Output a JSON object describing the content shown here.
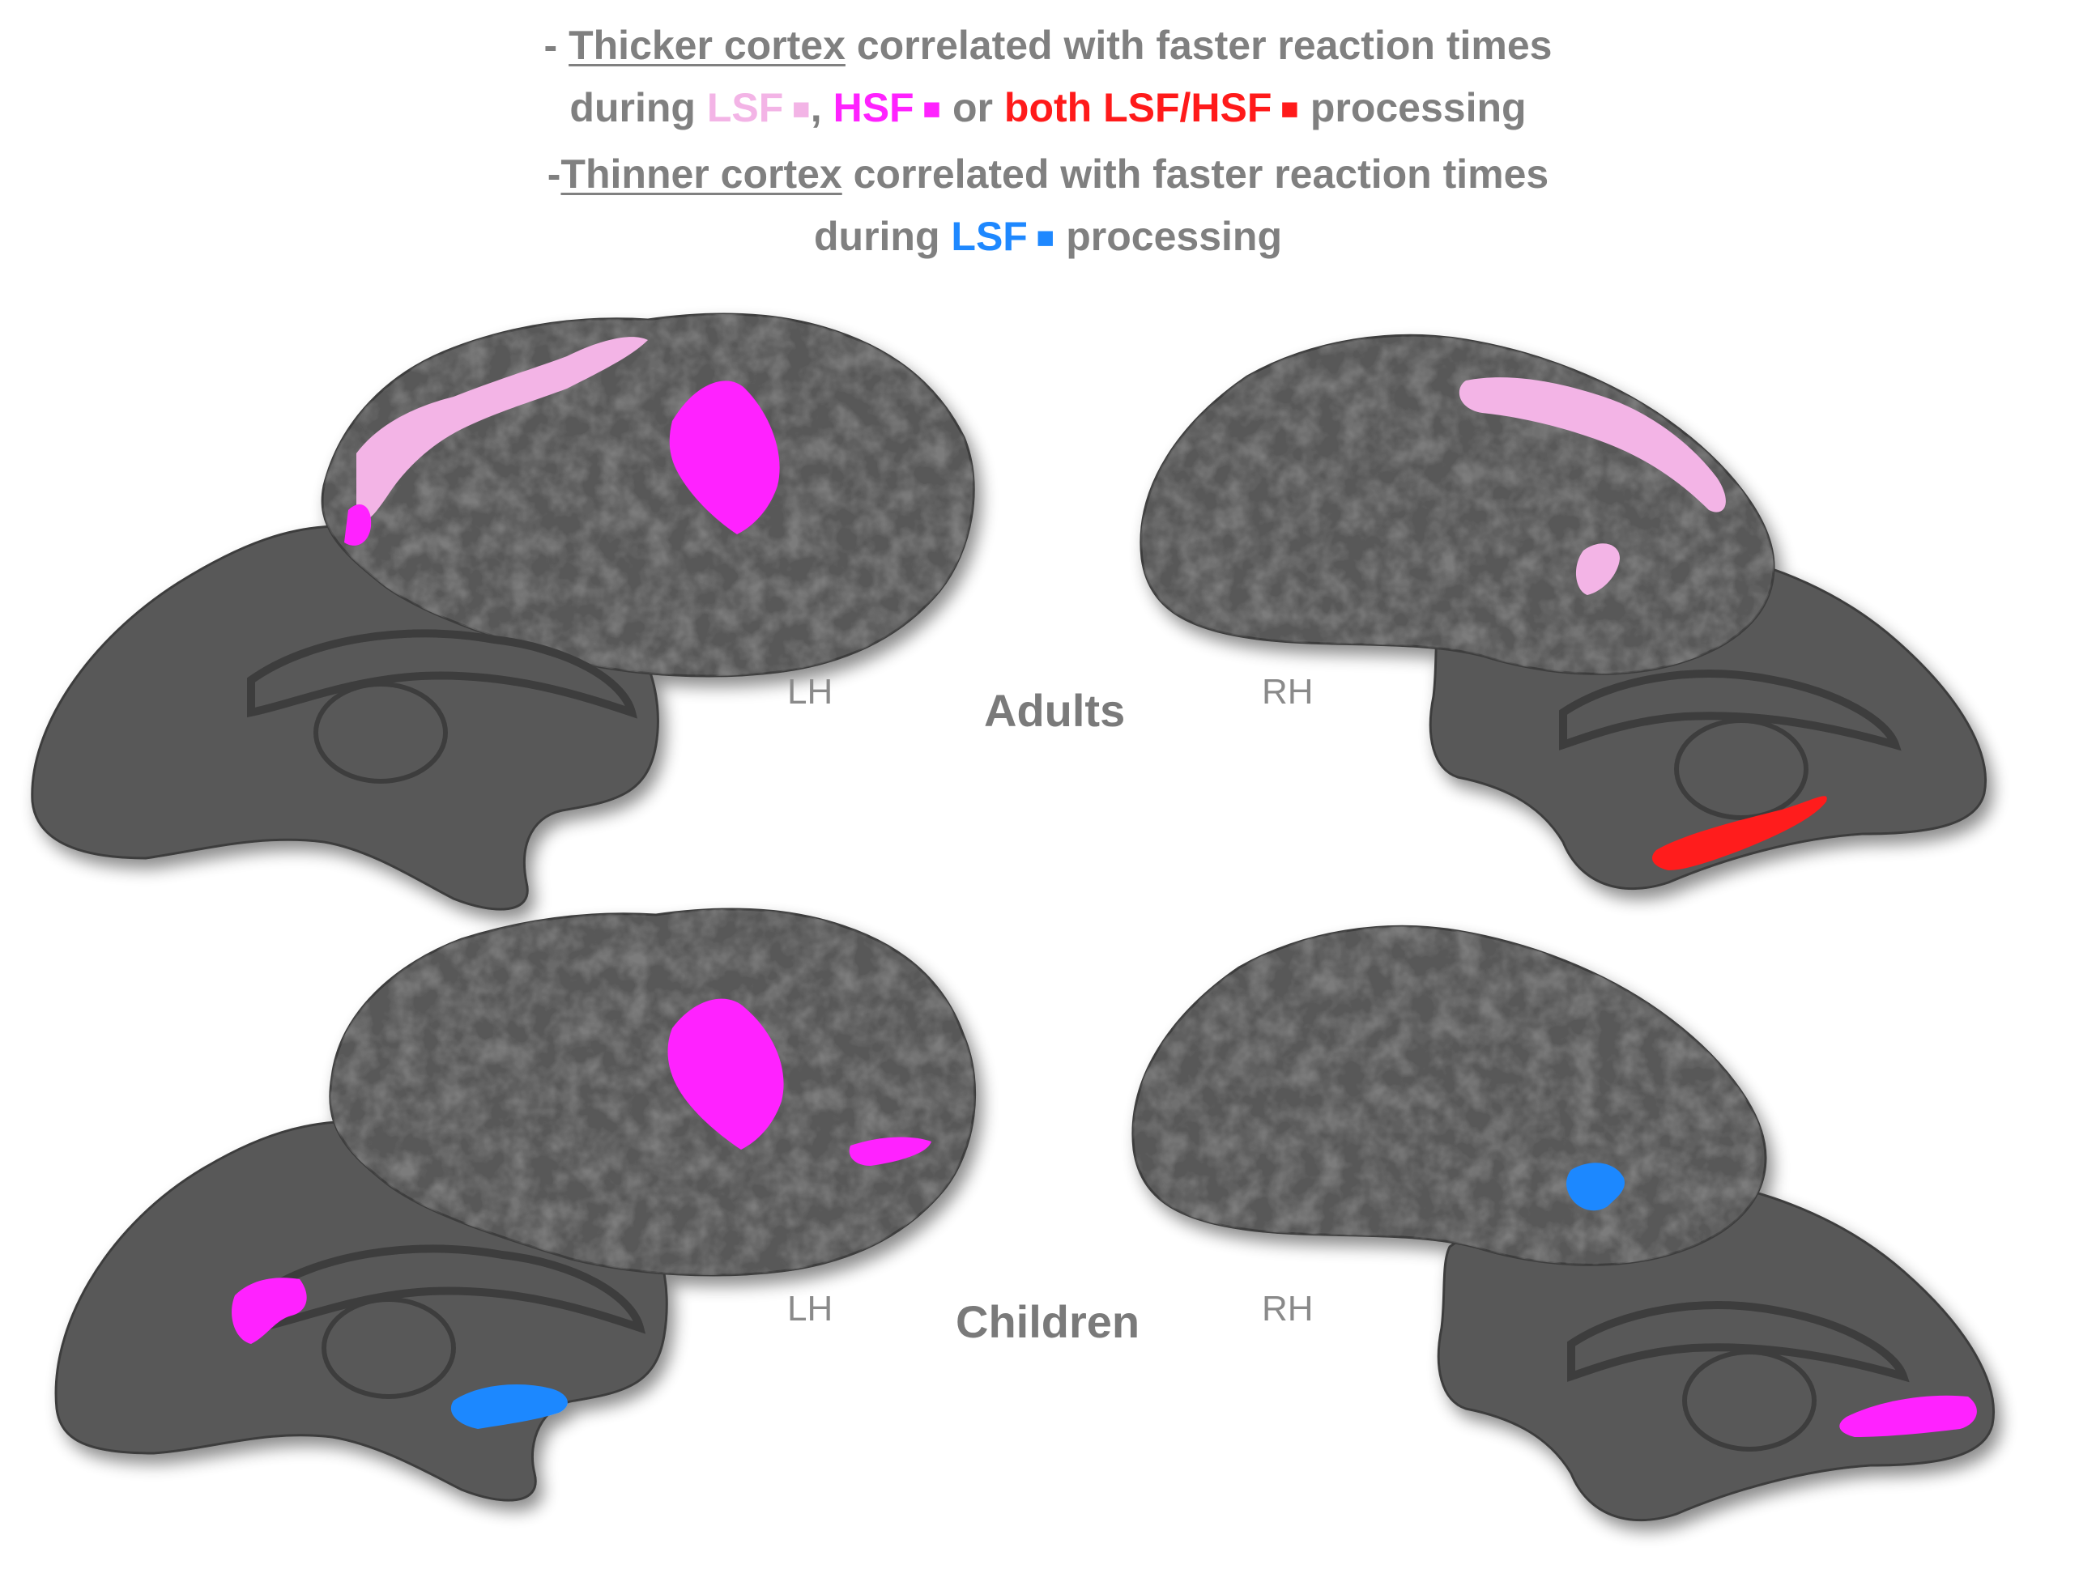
{
  "legend": {
    "line1": {
      "prefix": "- ",
      "thicker": "Thicker cortex",
      "rest": " correlated with faster reaction times"
    },
    "line2": {
      "during": "during ",
      "lsf": "LSF",
      "lsf_sq": " ■",
      "comma": ", ",
      "hsf": "HSF",
      "hsf_sq": " ■",
      "or": " or ",
      "both": "both LSF/HSF",
      "both_sq": " ■",
      "processing": " processing"
    },
    "line3": {
      "prefix": "-",
      "thinner": "Thinner cortex",
      "rest": " correlated with faster reaction times"
    },
    "line4": {
      "during": "during  ",
      "lsf": "LSF",
      "lsf_sq": " ■",
      "processing": " processing"
    }
  },
  "labels": {
    "adults": "Adults",
    "children": "Children",
    "lh_adults": "LH",
    "rh_adults": "RH",
    "lh_children": "LH",
    "rh_children": "RH"
  },
  "colors": {
    "cortex": "#595959",
    "cortex_shadow": "#3e3e3e",
    "thick_lsf": "#f3b4e6",
    "thick_hsf": "#ff22ff",
    "thick_both": "#ff1a1a",
    "thin_lsf": "#1e88ff",
    "text_gray": "#808080"
  }
}
